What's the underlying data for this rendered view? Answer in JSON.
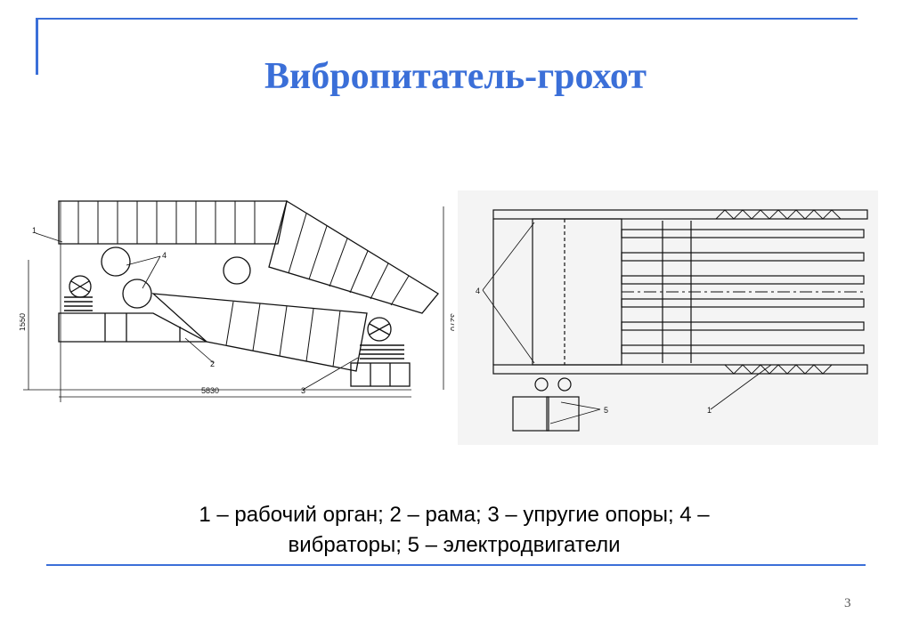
{
  "slide": {
    "title": "Вибропитатель-грохот",
    "caption_line1": "1 – рабочий орган; 2 – рама; 3 – упругие опоры; 4 –",
    "caption_line2": "вибраторы; 5 – электродвигатели",
    "page_number": "3",
    "accent_color": "#3b6fd8"
  },
  "drawing_side": {
    "dim_length": "5830",
    "dim_height_left": "1550",
    "dim_height_right": "3270",
    "callout_1": "1",
    "callout_2": "2",
    "callout_3": "3",
    "callout_4": "4"
  },
  "drawing_top": {
    "callout_1": "1",
    "callout_4": "4",
    "callout_5": "5"
  }
}
